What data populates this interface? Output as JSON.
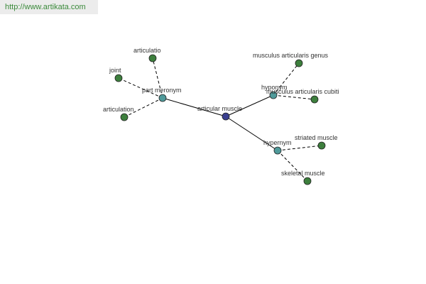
{
  "header": {
    "url": "http://www.artikata.com"
  },
  "colors": {
    "center": "#3a3f8f",
    "relation": "#4f9a9a",
    "leaf": "#3d7f3d"
  },
  "graph": {
    "center": {
      "id": "center",
      "label": "articular muscle"
    },
    "relations": [
      {
        "id": "part_meronym",
        "label": "part meronym"
      },
      {
        "id": "hyponym",
        "label": "hyponym"
      },
      {
        "id": "hypernym",
        "label": "hypernym"
      }
    ],
    "leaves": [
      {
        "id": "articulatio",
        "label": "articulatio",
        "relation": "part_meronym"
      },
      {
        "id": "joint",
        "label": "joint",
        "relation": "part_meronym"
      },
      {
        "id": "articulation",
        "label": "articulation",
        "relation": "part_meronym"
      },
      {
        "id": "musc_genus",
        "label": "musculus articularis genus",
        "relation": "hyponym"
      },
      {
        "id": "musc_cubiti",
        "label": "musculus articularis cubiti",
        "relation": "hyponym"
      },
      {
        "id": "striated",
        "label": "striated muscle",
        "relation": "hypernym"
      },
      {
        "id": "skeletal",
        "label": "skeletal muscle",
        "relation": "hypernym"
      }
    ]
  }
}
